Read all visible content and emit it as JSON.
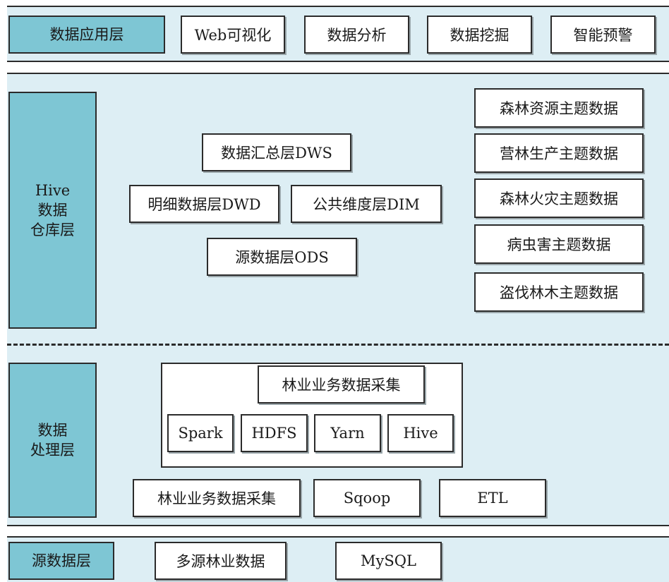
{
  "application_layer": {
    "label": "数据应用层",
    "items": [
      "Web可视化",
      "数据分析",
      "数据挖掘",
      "智能预警"
    ]
  },
  "warehouse_layer": {
    "label_lines": [
      "Hive",
      "数据",
      "仓库层"
    ],
    "dws": "数据汇总层DWS",
    "dwd": "明细数据层DWD",
    "dim": "公共维度层DIM",
    "ods": "源数据层ODS",
    "themes": [
      "森林资源主题数据",
      "营林生产主题数据",
      "森林火灾主题数据",
      "病虫害主题数据",
      "盗伐林木主题数据"
    ]
  },
  "processing_layer": {
    "label_lines": [
      "数据",
      "处理层"
    ],
    "group_title": "林业业务数据采集",
    "tools": [
      "Spark",
      "HDFS",
      "Yarn",
      "Hive"
    ],
    "bottom": [
      "林业业务数据采集",
      "Sqoop",
      "ETL"
    ]
  },
  "source_layer": {
    "label": "源数据层",
    "items": [
      "多源林业数据",
      "MySQL"
    ]
  }
}
